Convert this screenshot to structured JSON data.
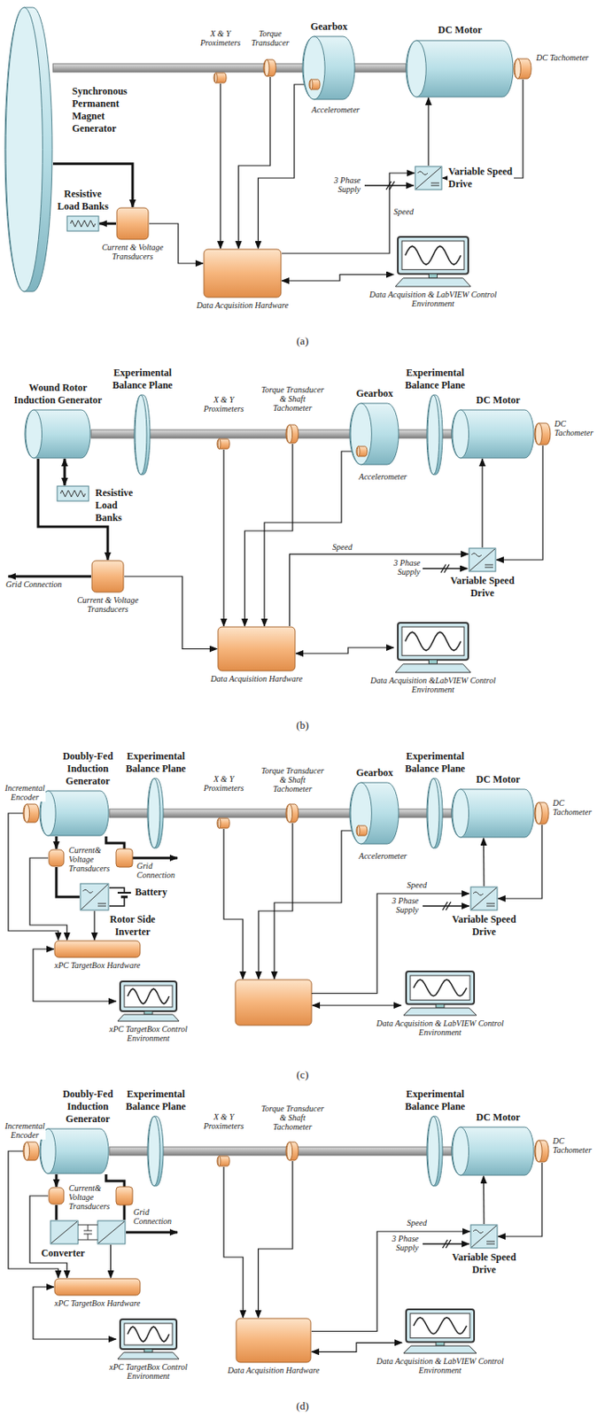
{
  "diagram": {
    "nodes": [
      {
        "text": [
          "Synchronous Permanent Magnet Generator"
        ]
      },
      {
        "text": [
          "X & Y Proximeters"
        ]
      },
      {
        "text": [
          "Torque Transducer"
        ]
      },
      {
        "text": [
          "Gearbox"
        ]
      },
      {
        "text": [
          "Accelerometer"
        ],
        "in": 3
      },
      {
        "text": [
          "DC Motor"
        ]
      },
      {
        "text": [
          "DC Tachometer"
        ]
      },
      {
        "text": [
          "Variable Speed Drive"
        ]
      },
      {
        "text": [
          "Data Acquisition Hardware"
        ]
      },
      {
        "text": [
          "Data Acquisition & LabVIEW Control Environment"
        ]
      },
      {
        "text": [
          "Resistive Load Banks"
        ]
      },
      {
        "text": [
          "Current & Voltage Transducers"
        ]
      },
      {
        "text": [
          "Wound Rotor Induction Generator"
        ]
      },
      {
        "text": [
          "Experimental Balance Plane"
        ]
      },
      {
        "text": [
          "X & Y Proximeters"
        ]
      },
      {
        "text": [
          "Torque Transducer & Shaft Tachometer"
        ]
      },
      {
        "text": [
          "Gearbox"
        ]
      },
      {
        "text": [
          "Accelerometer"
        ],
        "in": 16
      },
      {
        "text": [
          "Experimental Balance Plane"
        ]
      },
      {
        "text": [
          "DC Motor"
        ]
      },
      {
        "text": [
          "DC Tachometer"
        ]
      },
      {
        "text": [
          "Resistive Load Banks"
        ]
      },
      {
        "text": [
          "Current & Voltage Transducers"
        ]
      },
      {
        "text": [
          "Variable Speed Drive"
        ]
      },
      {
        "text": [
          "Data Acquisition Hardware"
        ]
      },
      {
        "text": [
          "Data Acquisition &LabVIEW Control Environment"
        ]
      },
      {
        "text": [
          "Doubly-Fed Induction Generator"
        ]
      },
      {
        "text": [
          "Incremental Encoder"
        ]
      },
      {
        "text": [
          "Experimental Balance Plane"
        ]
      },
      {
        "text": [
          "X & Y Proximeters"
        ]
      },
      {
        "text": [
          "Torque Transducer & Shaft Tachometer"
        ]
      },
      {
        "text": [
          "Gearbox"
        ]
      },
      {
        "text": [
          "Accelerometer"
        ],
        "in": 31
      },
      {
        "text": [
          "Experimental Balance Plane"
        ]
      },
      {
        "text": [
          "DC Motor"
        ]
      },
      {
        "text": [
          "DC Tachometer"
        ]
      },
      {
        "text": [
          "Current& Voltage Transducers"
        ]
      },
      {
        "text": [
          "Rotor Side Inverter"
        ]
      },
      {
        "text": [
          "xPC TargetBox Hardware"
        ]
      },
      {
        "text": [
          "xPC TargetBox Control Environment"
        ]
      },
      {
        "text": [
          "Variable Speed Drive"
        ]
      },
      {
        "text": [
          "Data Acquisition & LabVIEW Control Environment"
        ]
      },
      {
        "text": [
          "Doubly-Fed Induction Generator"
        ]
      },
      {
        "text": [
          "Incremental Encoder"
        ]
      },
      {
        "text": [
          "Experimental Balance Plane"
        ]
      },
      {
        "text": [
          "X & Y Proximeters"
        ]
      },
      {
        "text": [
          "Torque Transducer & Shaft Tachometer"
        ]
      },
      {
        "text": [
          "Experimental Balance Plane"
        ]
      },
      {
        "text": [
          "DC Motor"
        ]
      },
      {
        "text": [
          "DC Tachometer"
        ]
      },
      {
        "text": [
          "Current& Voltage Transducers"
        ]
      },
      {
        "text": [
          "Converter"
        ]
      },
      {
        "text": [
          "xPC TargetBox Hardware"
        ]
      },
      {
        "text": [
          "xPC TargetBox Control Environment"
        ]
      },
      {
        "text": [
          "Variable Speed Drive"
        ]
      },
      {
        "text": [
          "Data Acquisition Hardware"
        ]
      },
      {
        "text": [
          "Data Acquisition & LabVIEW Control Environment"
        ]
      }
    ],
    "edges": [
      {
        "from": 0,
        "to": 11,
        "arrow": "to"
      },
      {
        "from": 11,
        "to": 10,
        "arrow": "to"
      },
      {
        "from": 11,
        "to": 8,
        "arrow": "to"
      },
      {
        "from": 1,
        "to": 8,
        "arrow": "to"
      },
      {
        "from": 2,
        "to": 8,
        "arrow": "to"
      },
      {
        "from": 4,
        "to": 8,
        "arrow": "to"
      },
      {
        "from": 6,
        "to": 7,
        "arrow": "to"
      },
      {
        "from": 7,
        "to": 5,
        "arrow": "to"
      },
      {
        "from": 8,
        "to": 7,
        "arrow": "to",
        "label": "Speed"
      },
      {
        "from": 8,
        "to": 9,
        "arrow": "both"
      },
      {
        "from": 12,
        "to": 21,
        "arrow": "both"
      },
      {
        "from": 12,
        "to": 22,
        "arrow": "to"
      },
      {
        "from": 22,
        "to": 24,
        "arrow": "to"
      },
      {
        "from": 14,
        "to": 24,
        "arrow": "to"
      },
      {
        "from": 15,
        "to": 24,
        "arrow": "to"
      },
      {
        "from": 17,
        "to": 24,
        "arrow": "to"
      },
      {
        "from": 20,
        "to": 23,
        "arrow": "to"
      },
      {
        "from": 23,
        "to": 19,
        "arrow": "to"
      },
      {
        "from": 24,
        "to": 23,
        "arrow": "to",
        "label": "Speed"
      },
      {
        "from": 24,
        "to": 25,
        "arrow": "both"
      },
      {
        "from": 26,
        "to": 36,
        "arrow": "to"
      },
      {
        "from": 36,
        "to": 37,
        "arrow": "none"
      },
      {
        "from": 27,
        "to": 38,
        "arrow": "to"
      },
      {
        "from": 36,
        "to": 38,
        "arrow": "to"
      },
      {
        "from": 37,
        "to": 38,
        "arrow": "to"
      },
      {
        "from": 38,
        "to": 39,
        "arrow": "both"
      },
      {
        "from": 35,
        "to": 40,
        "arrow": "to"
      },
      {
        "from": 40,
        "to": 34,
        "arrow": "to"
      },
      {
        "from": 42,
        "to": 50,
        "arrow": "to"
      },
      {
        "from": 50,
        "to": 51,
        "arrow": "none"
      },
      {
        "from": 43,
        "to": 52,
        "arrow": "to"
      },
      {
        "from": 50,
        "to": 52,
        "arrow": "to"
      },
      {
        "from": 51,
        "to": 52,
        "arrow": "to"
      },
      {
        "from": 52,
        "to": 53,
        "arrow": "both"
      },
      {
        "from": 45,
        "to": 55,
        "arrow": "to"
      },
      {
        "from": 46,
        "to": 55,
        "arrow": "to"
      },
      {
        "from": 49,
        "to": 54,
        "arrow": "to"
      },
      {
        "from": 54,
        "to": 48,
        "arrow": "to"
      },
      {
        "from": 55,
        "to": 54,
        "arrow": "to",
        "label": "Speed"
      },
      {
        "from": 55,
        "to": 56,
        "arrow": "both"
      }
    ],
    "labels": [
      "3 Phase Supply",
      "(a)",
      "Grid Connection",
      "3 Phase Supply",
      "(b)",
      "Grid Connection",
      "Battery",
      "Speed",
      "3 Phase Supply",
      "(c)",
      "Grid Connection",
      "3 Phase Supply",
      "(d)"
    ]
  }
}
